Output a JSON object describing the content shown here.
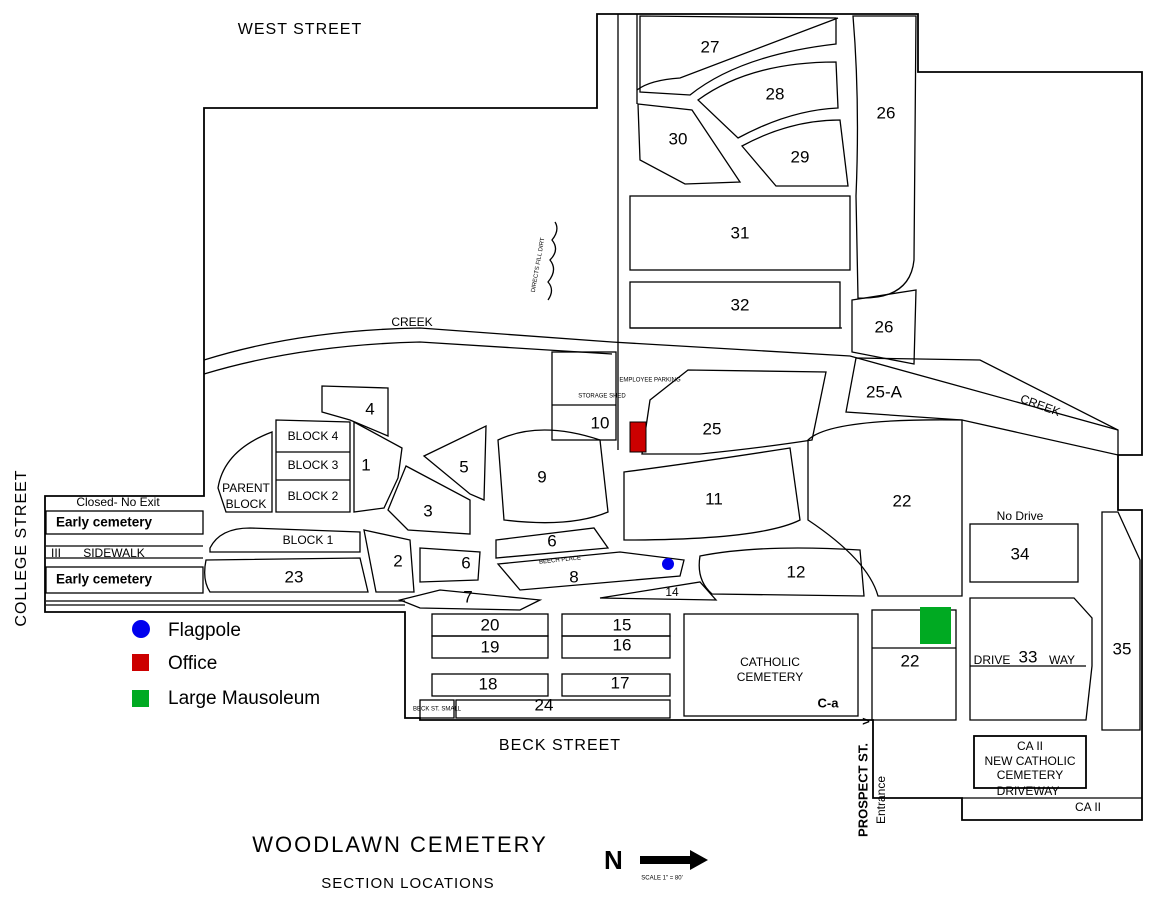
{
  "streets": {
    "west": "WEST STREET",
    "college": "COLLEGE STREET",
    "beck": "BECK STREET",
    "prospect": "PROSPECT ST.",
    "prospect_entrance": "Entrance",
    "entrance_arrow": ">"
  },
  "features": {
    "creek_west": "CREEK",
    "creek_east": "CREEK",
    "fill_note": "DIRECTS FILL DIRT",
    "closed_no_exit": "Closed- No Exit",
    "sidewalk": "SIDEWALK",
    "sidewalk_mark": "III",
    "early_cemetery_1": "Early cemetery",
    "early_cemetery_2": "Early cemetery",
    "no_drive": "No Drive",
    "drive_way_1": "DRIVE",
    "drive_way_2": "WAY",
    "driveway": "DRIVEWAY",
    "storage": "STORAGE SHED",
    "employee_parking": "EMPLOYEE PARKING",
    "beech_place": "BEECH PLACE",
    "beck_st_small": "BECK ST. SMALL"
  },
  "sections": {
    "s27": "27",
    "s28": "28",
    "s29": "29",
    "s30": "30",
    "s26a": "26",
    "s26b": "26",
    "s31": "31",
    "s32": "32",
    "s25": "25",
    "s25a": "25-A",
    "s10": "10",
    "s4": "4",
    "s1": "1",
    "s3": "3",
    "s5": "5",
    "s9": "9",
    "s11": "11",
    "s22a": "22",
    "s22b": "22",
    "s6a": "6",
    "s6b": "6",
    "s2": "2",
    "s23": "23",
    "s8": "8",
    "s12": "12",
    "s14": "14",
    "s7": "7",
    "s20": "20",
    "s19": "19",
    "s15": "15",
    "s16": "16",
    "s18": "18",
    "s17": "17",
    "s24": "24",
    "s34": "34",
    "s33": "33",
    "s35": "35",
    "block1": "BLOCK 1",
    "block2": "BLOCK 2",
    "block3": "BLOCK 3",
    "block4": "BLOCK 4",
    "parent_block_1": "PARENT",
    "parent_block_2": "BLOCK",
    "catholic_1": "CATHOLIC",
    "catholic_2": "CEMETERY",
    "c_a": "C-a",
    "ca2_box_1": "CA II",
    "ca2_box_2": "NEW CATHOLIC",
    "ca2_box_3": "CEMETERY",
    "ca2_corner": "CA II"
  },
  "legend": {
    "items": [
      {
        "label": "Flagpole",
        "shape": "circle",
        "color": "#0000ee"
      },
      {
        "label": "Office",
        "shape": "square",
        "color": "#cc0000"
      },
      {
        "label": "Large Mausoleum",
        "shape": "square",
        "color": "#00aa22"
      }
    ]
  },
  "markers": {
    "flagpole_color": "#0000ee",
    "office_color": "#cc0000",
    "mausoleum_color": "#00aa22"
  },
  "title": {
    "main": "WOODLAWN CEMETERY",
    "sub": "SECTION LOCATIONS"
  },
  "north_arrow": {
    "label": "N",
    "scale": "SCALE 1\" = 80'"
  }
}
